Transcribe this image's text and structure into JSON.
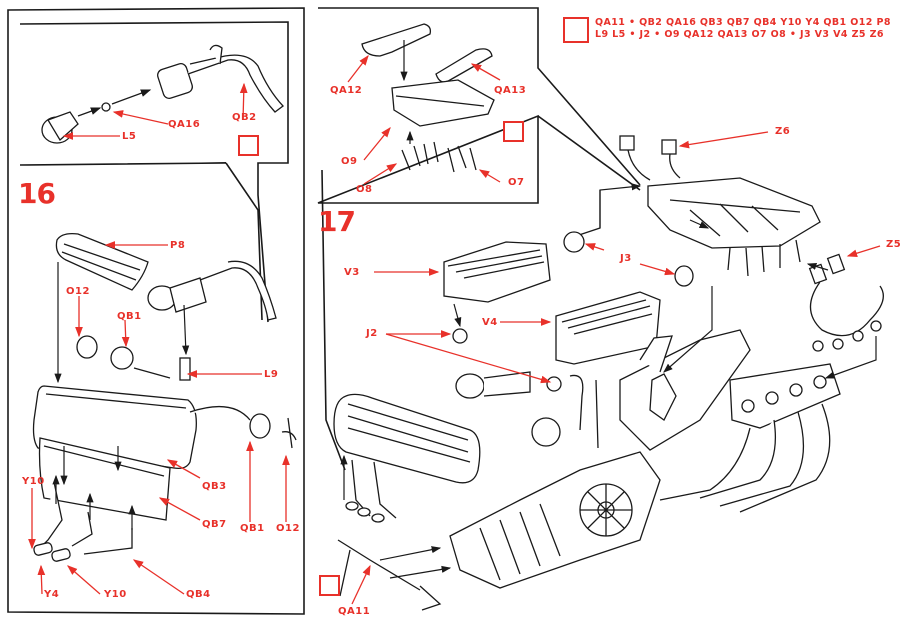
{
  "document": {
    "type": "model kit assembly instructions",
    "steps": [
      {
        "number": "16",
        "inset_labels": [
          "QB2",
          "QA16",
          "L5"
        ],
        "labels": [
          "P8",
          "O12",
          "QB1",
          "L9",
          "QB3",
          "QB7",
          "QB4",
          "Y10",
          "Y4",
          "Y10",
          "QB1",
          "O12"
        ],
        "glue_icon": "cement-glass-icon"
      },
      {
        "number": "17",
        "inset_labels": [
          "QA12",
          "QA13",
          "O9",
          "O8",
          "O7"
        ],
        "labels": [
          "Z6",
          "V3",
          "J3",
          "Z5",
          "V4",
          "J2",
          "QA11"
        ],
        "glue_icon": "cement-glass-icon"
      }
    ],
    "legend": {
      "icon": "paint-triangle-icon",
      "text": "QA11 • QB2 QA16 QB3 QB7 QB4 Y10 Y4 QB1 O12 P8 L9 L5 • J2 • O9 QA12 QA13 O7 O8 • J3 V3 V4 Z5 Z6"
    },
    "colors": {
      "accent": "#e8312a",
      "line": "#1a1a1a"
    }
  },
  "labels": {
    "step16": "16",
    "step17": "17",
    "qb2": "QB2",
    "qa16": "QA16",
    "l5": "L5",
    "p8": "P8",
    "o12a": "O12",
    "qb1a": "QB1",
    "l9": "L9",
    "qb3": "QB3",
    "qb7": "QB7",
    "qb4": "QB4",
    "y10a": "Y10",
    "y4": "Y4",
    "y10b": "Y10",
    "qb1b": "QB1",
    "o12b": "O12",
    "qa12": "QA12",
    "qa13": "QA13",
    "o9": "O9",
    "o8": "O8",
    "o7": "O7",
    "z6": "Z6",
    "v3": "V3",
    "j3": "J3",
    "z5": "Z5",
    "v4": "V4",
    "j2": "J2",
    "qa11": "QA11"
  }
}
